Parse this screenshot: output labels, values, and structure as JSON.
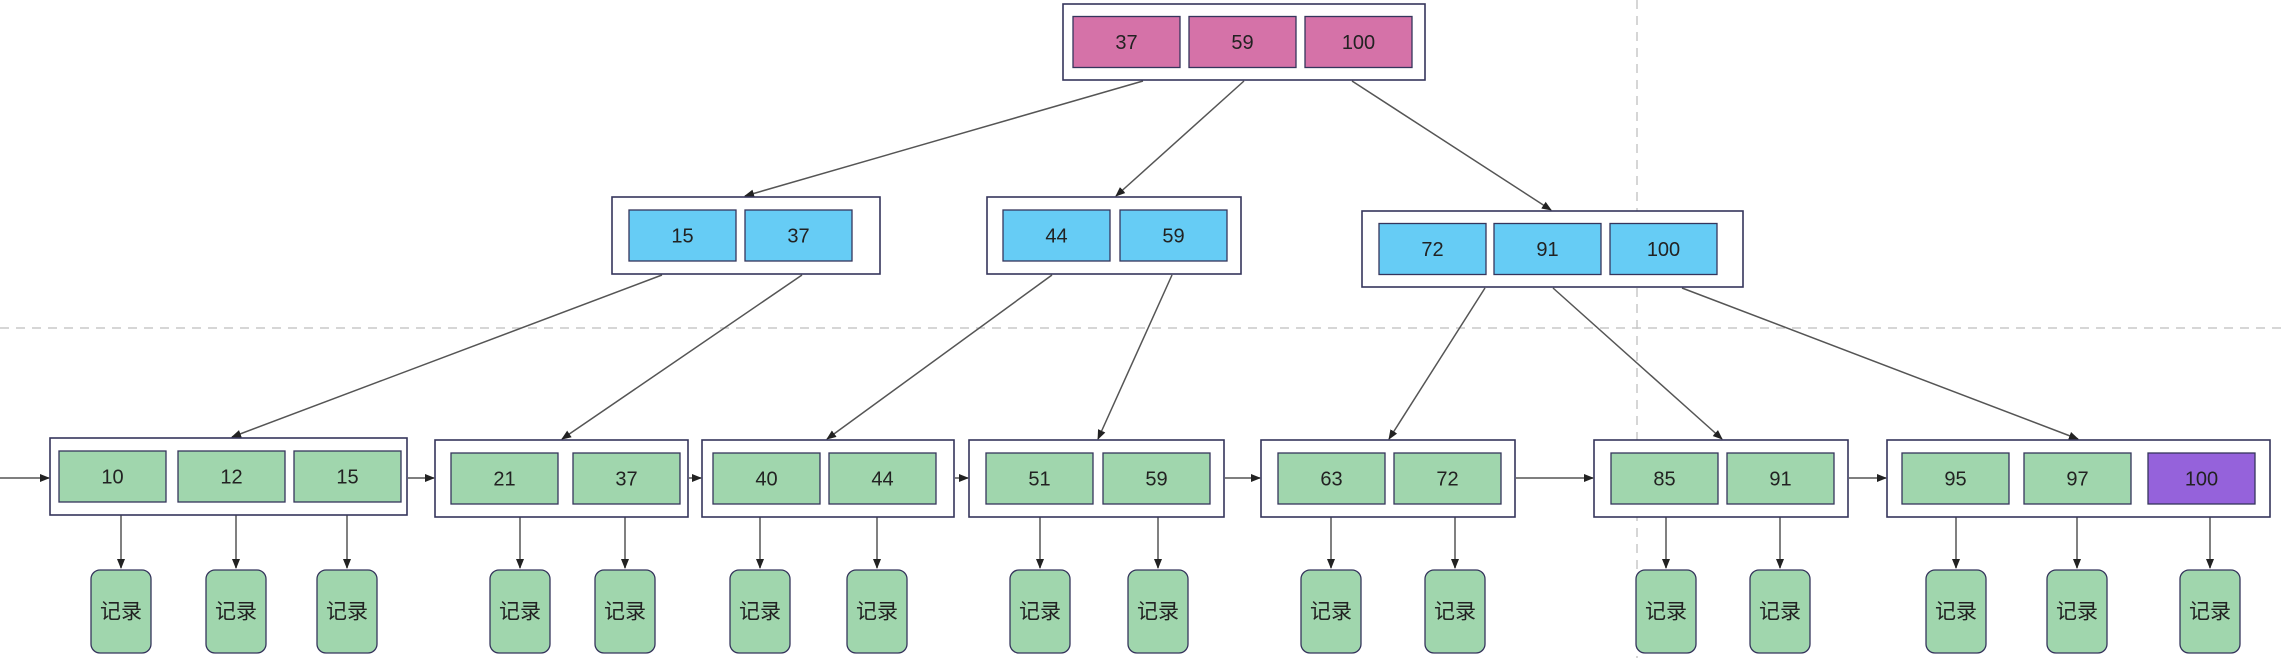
{
  "colors": {
    "root_key": "#d572a8",
    "internal_key": "#66ccf5",
    "leaf_key": "#a0d6ad",
    "highlight_key": "#9562db",
    "record": "#a0d6ad",
    "node_border": "#35355c",
    "edge": "#555555",
    "guide": "#c8c8c8"
  },
  "record_label": "记录",
  "root": {
    "keys": [
      "37",
      "59",
      "100"
    ]
  },
  "internal": [
    {
      "keys": [
        "15",
        "37"
      ]
    },
    {
      "keys": [
        "44",
        "59"
      ]
    },
    {
      "keys": [
        "72",
        "91",
        "100"
      ]
    }
  ],
  "leaves": [
    {
      "keys": [
        "10",
        "12",
        "15"
      ]
    },
    {
      "keys": [
        "21",
        "37"
      ]
    },
    {
      "keys": [
        "40",
        "44"
      ]
    },
    {
      "keys": [
        "51",
        "59"
      ]
    },
    {
      "keys": [
        "63",
        "72"
      ]
    },
    {
      "keys": [
        "85",
        "91"
      ]
    },
    {
      "keys": [
        "95",
        "97",
        "100"
      ],
      "highlight_last": true
    }
  ]
}
